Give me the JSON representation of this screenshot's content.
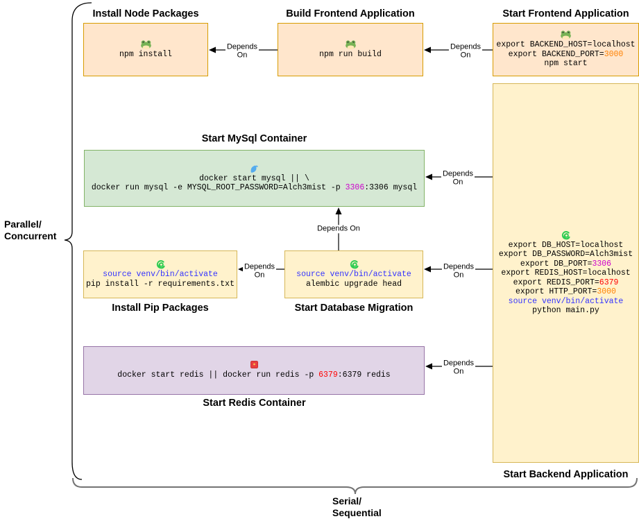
{
  "diagram": {
    "parallel_label": {
      "line1": "Parallel/",
      "line2": "Concurrent"
    },
    "serial_label": {
      "line1": "Serial/",
      "line2": "Sequential"
    }
  },
  "colors": {
    "orange_fill": "#ffe6cc",
    "orange_border": "#d79b00",
    "yellow_fill": "#fff2cc",
    "yellow_border": "#d6b656",
    "green_fill": "#d5e8d4",
    "green_border": "#82b366",
    "purple_fill": "#e1d5e7",
    "purple_border": "#9673a6",
    "cmd_blue": "#3333ff",
    "port_magenta": "#cc00cc",
    "port_red": "#ff0000",
    "port_orange": "#ff8000"
  },
  "nodes": {
    "install_node_packages": {
      "title": "Install Node Packages",
      "icon": "frog-icon",
      "lines": [
        [
          {
            "t": "npm install"
          }
        ]
      ]
    },
    "build_frontend": {
      "title": "Build Frontend Application",
      "icon": "frog-icon",
      "lines": [
        [
          {
            "t": "npm run build"
          }
        ]
      ]
    },
    "start_frontend": {
      "title": "Start Frontend Application",
      "icon": "frog-icon",
      "lines": [
        [
          {
            "t": "export BACKEND_HOST=localhost"
          }
        ],
        [
          {
            "t": "export BACKEND_PORT="
          },
          {
            "t": "3000",
            "c": "orange"
          }
        ],
        [
          {
            "t": "npm start"
          }
        ]
      ]
    },
    "start_mysql": {
      "title": "Start MySql Container",
      "icon": "dolphin-icon",
      "lines": [
        [
          {
            "t": "docker start mysql || \\"
          }
        ],
        [
          {
            "t": "docker run mysql -e MYSQL_ROOT_PASSWORD=Alch3mist -p "
          },
          {
            "t": "3306",
            "c": "magenta"
          },
          {
            "t": ":3306 mysql"
          }
        ]
      ]
    },
    "install_pip": {
      "title": "Install Pip Packages",
      "icon": "snake-icon",
      "lines": [
        [
          {
            "t": "source venv/bin/activate",
            "c": "blue"
          }
        ],
        [
          {
            "t": "pip install -r requirements.txt"
          }
        ]
      ]
    },
    "db_migration": {
      "title": "Start Database Migration",
      "icon": "snake-icon",
      "lines": [
        [
          {
            "t": "source venv/bin/activate",
            "c": "blue"
          }
        ],
        [
          {
            "t": "alembic upgrade head"
          }
        ]
      ]
    },
    "start_redis": {
      "title": "Start Redis Container",
      "icon": "redis-icon",
      "lines": [
        [
          {
            "t": "docker start redis || docker run redis -p "
          },
          {
            "t": "6379",
            "c": "red"
          },
          {
            "t": ":6379 redis"
          }
        ]
      ]
    },
    "start_backend": {
      "title": "Start Backend Application",
      "icon": "snake-icon",
      "lines": [
        [
          {
            "t": "export DB_HOST=localhost"
          }
        ],
        [
          {
            "t": "export DB_PASSWORD=Alch3mist"
          }
        ],
        [
          {
            "t": "export DB_PORT="
          },
          {
            "t": "3306",
            "c": "magenta"
          }
        ],
        [
          {
            "t": "export REDIS_HOST=localhost"
          }
        ],
        [
          {
            "t": "export REDIS_PORT="
          },
          {
            "t": "6379",
            "c": "red"
          }
        ],
        [
          {
            "t": "export HTTP_PORT="
          },
          {
            "t": "3000",
            "c": "orange"
          }
        ],
        [
          {
            "t": "source venv/bin/activate",
            "c": "blue"
          }
        ],
        [
          {
            "t": "python main.py"
          }
        ]
      ]
    }
  },
  "edges": [
    {
      "from": "build_frontend",
      "to": "install_node_packages",
      "line1": "Depends",
      "line2": "On"
    },
    {
      "from": "start_frontend",
      "to": "build_frontend",
      "line1": "Depends",
      "line2": "On"
    },
    {
      "from": "start_backend",
      "to": "start_mysql",
      "line1": "Depends",
      "line2": "On"
    },
    {
      "from": "db_migration",
      "to": "start_mysql",
      "label": "Depends On"
    },
    {
      "from": "db_migration",
      "to": "install_pip",
      "line1": "Depends",
      "line2": "On"
    },
    {
      "from": "start_backend",
      "to": "db_migration",
      "line1": "Depends",
      "line2": "On"
    },
    {
      "from": "start_backend",
      "to": "start_redis",
      "line1": "Depends",
      "line2": "On"
    }
  ]
}
